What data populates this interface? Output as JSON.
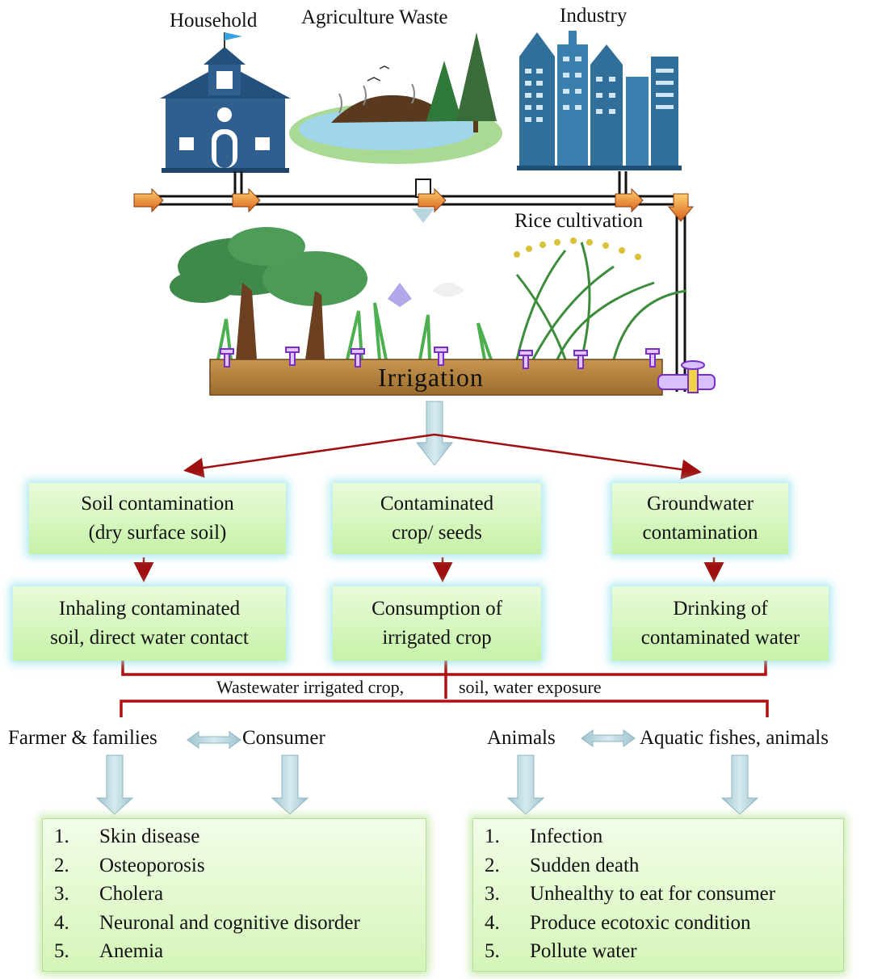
{
  "sources": {
    "household": "Household",
    "agriculture": "Agriculture Waste",
    "industry": "Industry"
  },
  "rice_label": "Rice cultivation",
  "irrigation_label": "Irrigation",
  "contamination": {
    "soil": [
      "Soil contamination",
      "(dry surface soil)"
    ],
    "crop": [
      "Contaminated",
      "crop/ seeds"
    ],
    "groundwater": [
      "Groundwater",
      "contamination"
    ]
  },
  "exposure": {
    "soil": [
      "Inhaling contaminated",
      "soil, direct water contact"
    ],
    "crop": [
      "Consumption of",
      "irrigated crop"
    ],
    "water": [
      "Drinking of",
      "contaminated water"
    ]
  },
  "pathway_caption": {
    "left": "Wastewater irrigated crop,",
    "right": "soil, water exposure"
  },
  "groups": {
    "farmer": "Farmer & families",
    "consumer": "Consumer",
    "animals": "Animals",
    "aquatic": "Aquatic fishes, animals"
  },
  "human_effects": [
    {
      "num": "1.",
      "text": "Skin disease"
    },
    {
      "num": "2.",
      "text": "Osteoporosis"
    },
    {
      "num": "3.",
      "text": "Cholera"
    },
    {
      "num": "4.",
      "text": "Neuronal and cognitive disorder"
    },
    {
      "num": "5.",
      "text": "Anemia"
    }
  ],
  "animal_effects": [
    {
      "num": "1.",
      "text": "Infection"
    },
    {
      "num": "2.",
      "text": "Sudden death"
    },
    {
      "num": "3.",
      "text": "Unhealthy to eat for consumer"
    },
    {
      "num": "4.",
      "text": "Produce ecotoxic condition"
    },
    {
      "num": "5.",
      "text": "Pollute water"
    }
  ],
  "colors": {
    "arrow_red": "#a01010",
    "bracket_red": "#b01010",
    "block_arrow": "#b8d4dc",
    "box_green": "#c6f2a8",
    "soil_brown": "#b07d35",
    "building_blue": "#2f5f8f",
    "pipe_orange": "#e07820"
  }
}
